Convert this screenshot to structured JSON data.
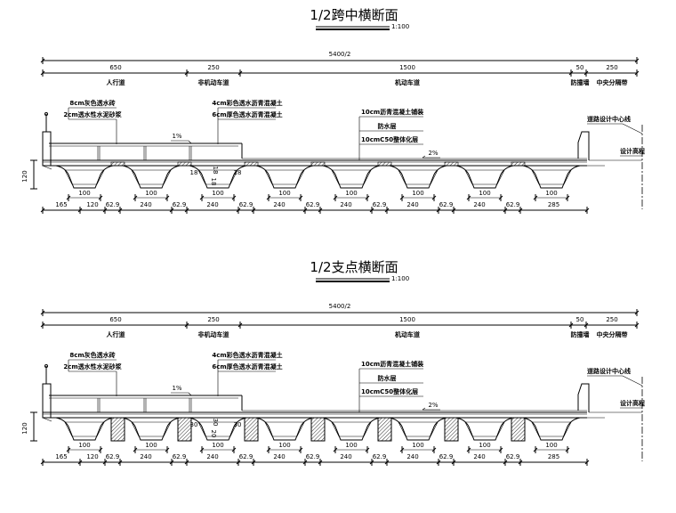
{
  "sections": [
    {
      "title": "1/2跨中横断面",
      "scale": "1:100",
      "total_dim": "5400/2",
      "zone_dims": [
        "650",
        "250",
        "1500",
        "50",
        "250"
      ],
      "zone_names": [
        "人行道",
        "非机动车道",
        "机动车道",
        "防撞墙",
        "中央分隔带"
      ],
      "sidewalk_layers": [
        "8cm灰色透水砖",
        "2cm透水性水泥砂浆"
      ],
      "bike_layers": [
        "4cm彩色透水沥青混凝土",
        "6cm厚色透水沥青混凝土"
      ],
      "road_layers": [
        "10cm沥青混凝土铺装",
        "防水层",
        "10cmC50整体化层"
      ],
      "slope_left": "1%",
      "slope_right": "2%",
      "centerline_label": "道路设计中心线",
      "elevation_label": "设计高程",
      "height_dim": "120",
      "box_detail_dims": [
        "18",
        "18",
        "18",
        "18"
      ],
      "box_bottom_dim": "100",
      "bottom_dims": [
        "165",
        "120",
        "62.9",
        "240",
        "62.9",
        "240",
        "62.9",
        "240",
        "62.9",
        "240",
        "62.9",
        "240",
        "62.9",
        "240",
        "62.9",
        "285"
      ],
      "diaphragm": false
    },
    {
      "title": "1/2支点横断面",
      "scale": "1:100",
      "total_dim": "5400/2",
      "zone_dims": [
        "650",
        "250",
        "1500",
        "50",
        "250"
      ],
      "zone_names": [
        "人行道",
        "非机动车道",
        "机动车道",
        "防撞墙",
        "中央分隔带"
      ],
      "sidewalk_layers": [
        "8cm灰色透水砖",
        "2cm透水性水泥砂浆"
      ],
      "bike_layers": [
        "4cm彩色透水沥青混凝土",
        "6cm厚色透水沥青混凝土"
      ],
      "road_layers": [
        "10cm沥青混凝土铺装",
        "防水层",
        "10cmC50整体化层"
      ],
      "slope_left": "1%",
      "slope_right": "2%",
      "centerline_label": "道路设计中心线",
      "elevation_label": "设计高程",
      "height_dim": "120",
      "box_detail_dims": [
        "30",
        "30",
        "30",
        "20"
      ],
      "box_bottom_dim": "100",
      "bottom_dims": [
        "165",
        "120",
        "62.9",
        "240",
        "62.9",
        "240",
        "62.9",
        "240",
        "62.9",
        "240",
        "62.9",
        "240",
        "62.9",
        "240",
        "62.9",
        "285"
      ],
      "diaphragm": true
    }
  ]
}
